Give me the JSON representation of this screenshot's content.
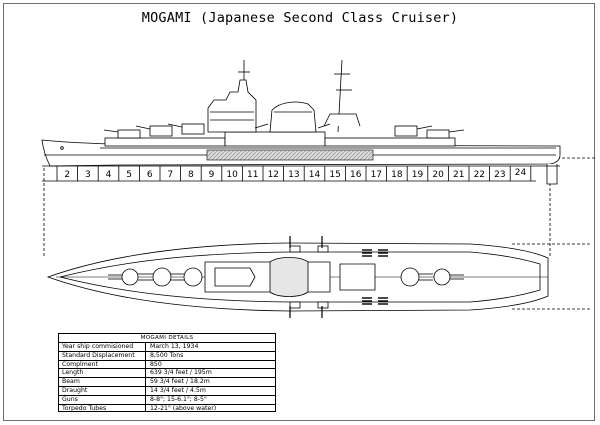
{
  "title": "MOGAMI (Japanese Second Class Cruiser)",
  "frame_numbers": [
    "2",
    "3",
    "4",
    "5",
    "6",
    "7",
    "8",
    "9",
    "10",
    "11",
    "12",
    "13",
    "14",
    "15",
    "16",
    "17",
    "18",
    "19",
    "20",
    "21",
    "22",
    "23",
    "24"
  ],
  "details": {
    "header": "MOGAMI DETAILS",
    "rows": [
      {
        "label": "Year ship commisioned",
        "value": "March 13, 1934"
      },
      {
        "label": "Standard Displacement",
        "value": "8,500 Tons"
      },
      {
        "label": "Complment",
        "value": "850"
      },
      {
        "label": "Length",
        "value": "639 3/4 feet / 195m"
      },
      {
        "label": "Beam",
        "value": "59 3/4 feet / 18.2m"
      },
      {
        "label": "Draught",
        "value": "14 3/4 feet / 4.5m"
      },
      {
        "label": "Guns",
        "value": "8-8\"; 15-6.1\"; 8-5\""
      },
      {
        "label": "Torpedo Tubes",
        "value": "12-21\" (above water)"
      }
    ]
  }
}
